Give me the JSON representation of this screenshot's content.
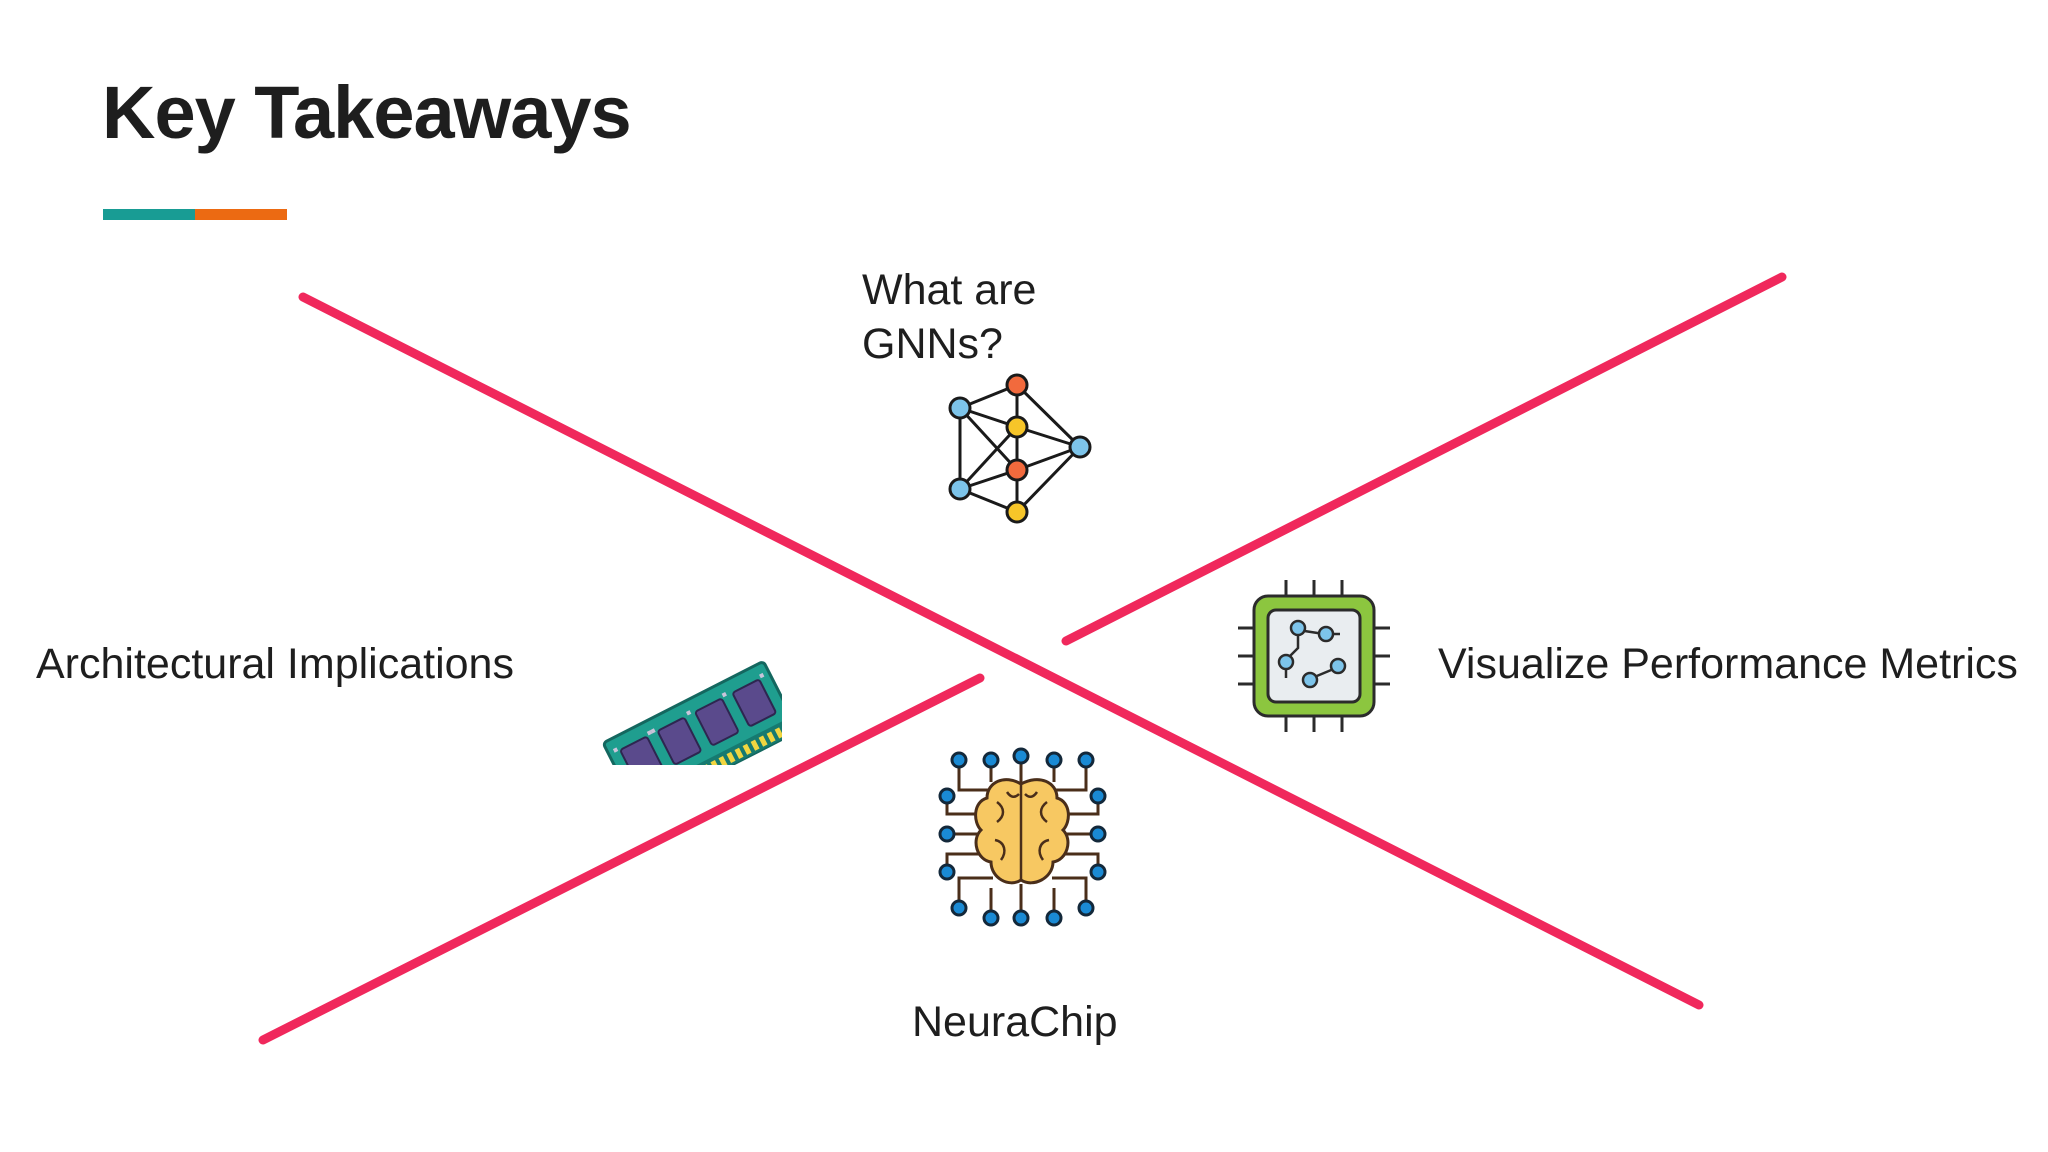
{
  "slide": {
    "title": "Key Takeaways",
    "accent_colors": {
      "teal": "#189c94",
      "orange": "#ec6a12",
      "line": "#f0285c"
    },
    "items": {
      "gnn": {
        "line1": "What are",
        "line2": "GNNs?",
        "icon": "graph-network-icon"
      },
      "architecture": {
        "label": "Architectural Implications",
        "icon": "ram-module-icon"
      },
      "visualize": {
        "label": "Visualize Performance Metrics",
        "icon": "processor-chip-icon"
      },
      "neurachip": {
        "label": "NeuraChip",
        "icon": "ai-brain-circuit-icon"
      }
    }
  }
}
